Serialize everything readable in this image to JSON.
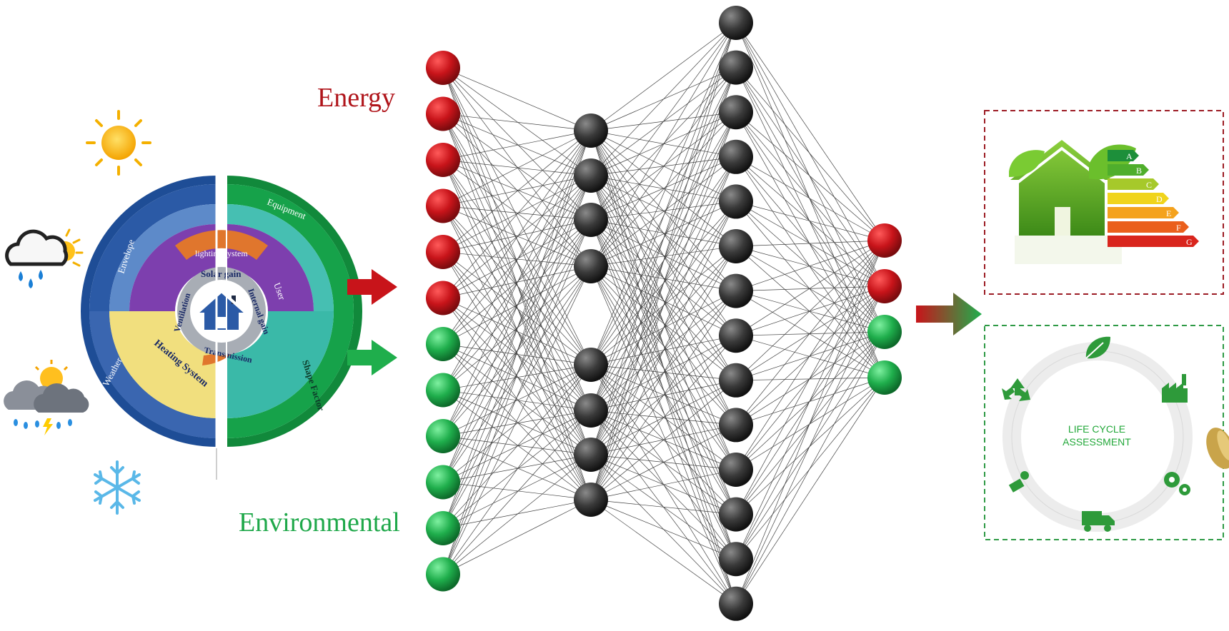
{
  "labels": {
    "energy": "Energy",
    "environmental": "Environmental",
    "lca_line1": "LIFE CYCLE",
    "lca_line2": "ASSESSMENT"
  },
  "wheel_outer": [
    "Equipment",
    "Shape Factor",
    "Weather",
    "Envelope"
  ],
  "wheel_middle": [
    "lighting system",
    "User",
    "Heating System"
  ],
  "wheel_inner": [
    "Solar gain",
    "Internal gain",
    "Transmission",
    "Ventilation"
  ],
  "energy_ratings": [
    "A",
    "B",
    "C",
    "D",
    "E",
    "F",
    "G"
  ],
  "network": {
    "input_colors": [
      "red",
      "red",
      "red",
      "red",
      "red",
      "red",
      "green",
      "green",
      "green",
      "green",
      "green",
      "green"
    ],
    "hidden1_count": 8,
    "hidden2_count": 14,
    "output_colors": [
      "red",
      "red",
      "green",
      "green"
    ]
  },
  "colors": {
    "energy_red": "#b0151b",
    "env_green": "#1fa84a",
    "node_red": "#c8141a",
    "node_green": "#1fae4c",
    "node_dark": "#3a3a3a",
    "wheel_blue": "#2b5aa6",
    "wheel_green": "#16a24a"
  },
  "icons": [
    "sun-icon",
    "rain-cloud-icon",
    "storm-cloud-icon",
    "snowflake-icon",
    "house-icon",
    "recycle-icon",
    "leaf-icon",
    "factory-icon",
    "gears-icon",
    "truck-icon",
    "plug-icon"
  ]
}
